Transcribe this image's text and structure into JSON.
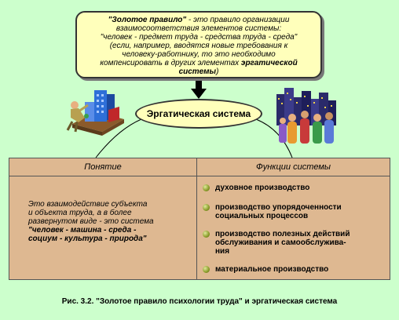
{
  "golden_rule": {
    "title": "\"Золотое правило\"",
    "line1_rest": " - это правило организации",
    "line2": "взаимосоответствия элементов системы:",
    "line3": "\"человек - предмет труда - средства труда - среда\"",
    "line4": "(если, например, вводятся новые требования к",
    "line5": "человеку-работнику, то это необходимо",
    "line6_start": "компенсировать в других элементах",
    "line6_bold": " эргатической",
    "line7_bold": "системы",
    "line7_rest": ")"
  },
  "ergatic_system_label": "Эргатическая система",
  "table": {
    "header_concept": "Понятие",
    "header_functions": "Функции системы",
    "concept": {
      "line1": "Это взаимодействие субъекта",
      "line2": "и объекта труда, а в более",
      "line3": "развернутом виде - это система",
      "line4": "\"человек - машина - среда -",
      "line5": "социум -  культура - природа\""
    },
    "functions": [
      {
        "line1": "духовное производство",
        "line2": ""
      },
      {
        "line1": "производство упорядоченности",
        "line2": "социальных процессов"
      },
      {
        "line1": "производство полезных действий",
        "line2": "обслуживания  и самообслужива-",
        "line3": "ния"
      },
      {
        "line1": "материальное производство",
        "line2": ""
      }
    ]
  },
  "caption": "Рис. 3.2. \"Золотое правило психологии труда\" и эргатическая система",
  "colors": {
    "background": "#ccffcc",
    "box_fill": "#ffffbb",
    "table_fill": "#deb891",
    "arrow": "#000000"
  }
}
